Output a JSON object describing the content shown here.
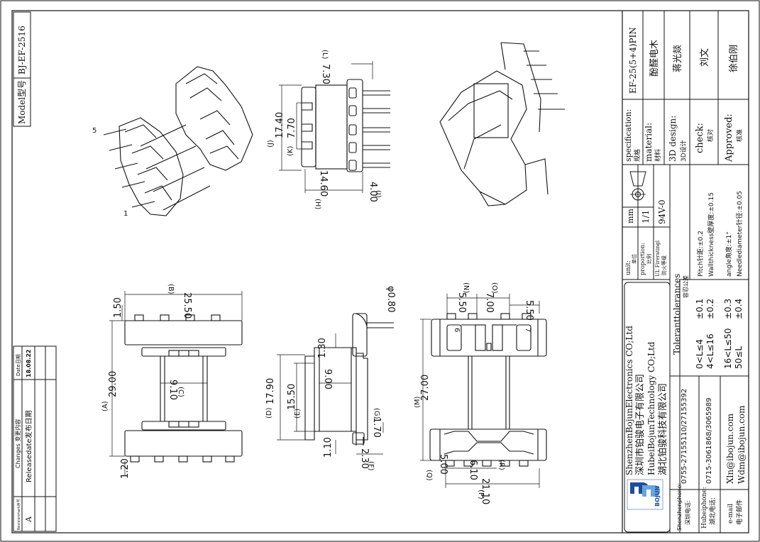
{
  "model": {
    "label": "Model型号",
    "value": "BJ-EF-2516"
  },
  "changes_table": {
    "headers": [
      "Revisionmark序号",
      "Changes 变更内容",
      "Date日期"
    ],
    "row": [
      "A",
      "Releasedate发布日期",
      "18.08.22"
    ]
  },
  "title_block": {
    "specification_label": "specification:",
    "specification_cn": "规格",
    "specification_value": "EF-25(5+4)PIN",
    "material_label": "material:",
    "material_cn": "材料",
    "material_value": "酚醛电木",
    "design_label": "3D design:",
    "design_cn": "3D设计",
    "design_value": "蒋光燚",
    "check_label": "check:",
    "check_cn": "核对",
    "check_value": "刘文",
    "approved_label": "Approved:",
    "approved_cn": "核准",
    "approved_value": "徐伯刚",
    "unit_label": "unit:",
    "unit_cn": "单位",
    "unit_value": "mm",
    "proportion_label": "proportion:",
    "proportion_cn": "比例",
    "proportion_value": "1/1",
    "ul_label": "UL Fireratingl",
    "ul_cn": "防火等级",
    "ul_value": "94V-0",
    "tol_title": "Toleranttolerances",
    "tol_cn": "容忍公差",
    "tol_rows": [
      {
        "range": "0<L≤4",
        "tol": "±0.1"
      },
      {
        "range": "4<L≤16",
        "tol": "±0.2"
      },
      {
        "range": "16<L≤50",
        "tol": "±0.3"
      },
      {
        "range": "50≤L",
        "tol": "±0.4"
      }
    ],
    "notes": [
      "Pitch针距:±0.2",
      "Wallthickness壁厚度:±0.15",
      "angle角度:±1°",
      "Needlediameter针径:±0.05"
    ],
    "company": [
      "ShenzhenBojunElectronics CO;Ltd",
      "深圳市铂骏电子有限公司",
      "HubeiBojunTechnology CO;Ltd",
      "湖北铂骏科技有限公司"
    ],
    "logo_text": "BOJUN",
    "contacts": [
      {
        "label": "Shenzhenphone:",
        "label_cn": "深圳电话:",
        "value": "0755-27155110/27155392"
      },
      {
        "label": "Hubeiphone:",
        "label_cn": "湖北电话:",
        "value": "0715-3061868/3065989"
      },
      {
        "label": "e-mail",
        "label_cn": "电子邮件",
        "value": "Xln@ibojun.com",
        "value2": "Wdm@ibojun.com"
      }
    ]
  },
  "dims": {
    "top": {
      "A": "29.00",
      "A_l": "(A)",
      "B": "25.50",
      "B_l": "(B)",
      "C": "9.10",
      "C_l": "(C)",
      "h1": "1.50",
      "h2": "1.20"
    },
    "side": {
      "D": "17.90",
      "D_l": "(D)",
      "E": "15.50",
      "E_l": "(E)",
      "d1": "9.00",
      "d2": "1.30",
      "d3": "1.10",
      "F": "2.30",
      "F_l": "(F)",
      "G": "1.70",
      "G_l": "(G)",
      "dia": "φ0.80"
    },
    "pin": {
      "J": "17.40",
      "J_l": "(J)",
      "K": "7.70",
      "K_l": "(K)",
      "L": "7.30",
      "L_l": "(L)",
      "H": "14.60",
      "H_l": "(H)",
      "I": "4.00",
      "I_l": "(I)"
    },
    "bottom": {
      "M": "27.00",
      "M_l": "(M)",
      "N": "5.50",
      "N_l": "(N)",
      "O": "7.00",
      "O_l": "(O)",
      "O2": "5.50",
      "P": "21.10",
      "P_l": "(P)",
      "Q": "5.00",
      "Q_l": "(Q)",
      "R": "6.10",
      "R_l": "(R)",
      "pin6": "6",
      "pin7": "7"
    },
    "iso": {
      "pin5": "5",
      "pin1": "1"
    }
  }
}
